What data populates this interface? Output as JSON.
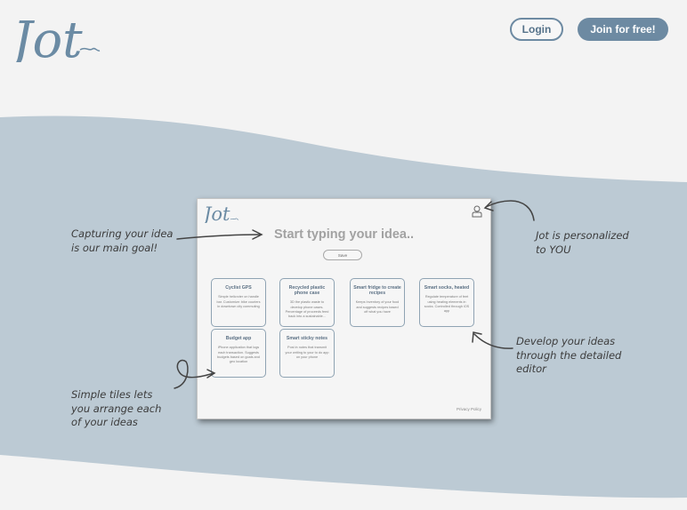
{
  "header": {
    "logo_text": "Jot",
    "login_label": "Login",
    "join_label": "Join for free!"
  },
  "mockup": {
    "title": "Start typing your idea..",
    "save_label": "Save",
    "privacy_label": "Privacy Policy",
    "tiles": [
      {
        "title": "Cyclist GPS",
        "desc": "Simple helicrcter on handle bar. Customize: bike couriers in downtown city commuting"
      },
      {
        "title": "Recycled plastic phone case",
        "desc": "3D the plastic waste to develop phone cases. Percentage of proceeds feed back into a sustainable..."
      },
      {
        "title": "Smart fridge to create recipes",
        "desc": "Keeps Inventory of your food and suggests recipes based off what you have"
      },
      {
        "title": "Smart socks, heated",
        "desc": "Regulate temperature of feet using heating elements in socks. Controlled through iOS app"
      },
      {
        "title": "Budget app",
        "desc": "iPhone application that logs each transaction. Suggests budgets based on goals and geo location"
      },
      {
        "title": "Smart sticky notes",
        "desc": "Post in notes that transmit your writing to your to do app on your phone"
      }
    ]
  },
  "annotations": {
    "capture": "Capturing your idea\nis our main goal!",
    "personalized": "Jot is personalized\nto YOU",
    "editor": "Develop your ideas\nthrough the detailed\neditor",
    "tiles": "Simple tiles lets\nyou arrange each\nof your ideas"
  },
  "colors": {
    "accent": "#6d8aa2",
    "wave": "#bccad4",
    "background": "#f3f3f3"
  },
  "icons": [
    "jot-logo",
    "user-icon",
    "arrow-icon"
  ]
}
